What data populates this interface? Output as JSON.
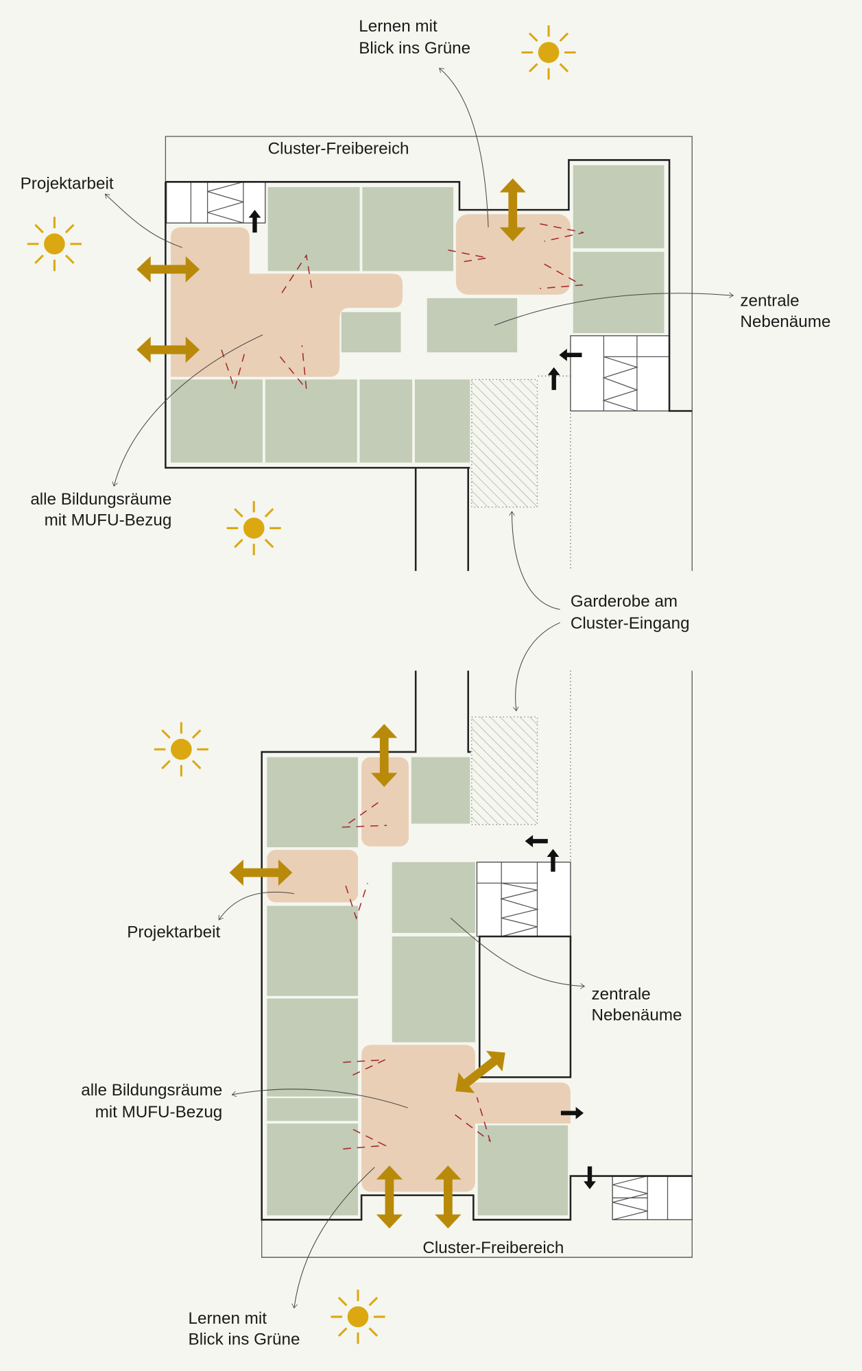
{
  "colors": {
    "background": "#f5f6ef",
    "room": "#c2ccb6",
    "learning_zone": "#e9cfb6",
    "access_arrow": "#b98a0a",
    "sun": "#dba812",
    "view_line": "#a3262a"
  },
  "top_plan": {
    "labels": {
      "freibereich": "Cluster-Freibereich",
      "gruen": [
        "Lernen mit",
        "Blick ins Grüne"
      ],
      "projekt": "Projektarbeit",
      "neben": [
        "zentrale",
        "Nebenäume"
      ],
      "bildung": [
        "alle Bildungsräume",
        "mit MUFU-Bezug"
      ]
    }
  },
  "shared_labels": {
    "garderobe": [
      "Garderobe am",
      "Cluster-Eingang"
    ]
  },
  "bottom_plan": {
    "labels": {
      "projekt": "Projektarbeit",
      "neben": [
        "zentrale",
        "Nebenäume"
      ],
      "bildung": [
        "alle Bildungsräume",
        "mit MUFU-Bezug"
      ],
      "freibereich": "Cluster-Freibereich",
      "gruen": [
        "Lernen mit",
        "Blick ins Grüne"
      ]
    }
  },
  "icons": [
    "sun-icon",
    "double-arrow-icon",
    "arrow-icon",
    "stair-icon"
  ]
}
